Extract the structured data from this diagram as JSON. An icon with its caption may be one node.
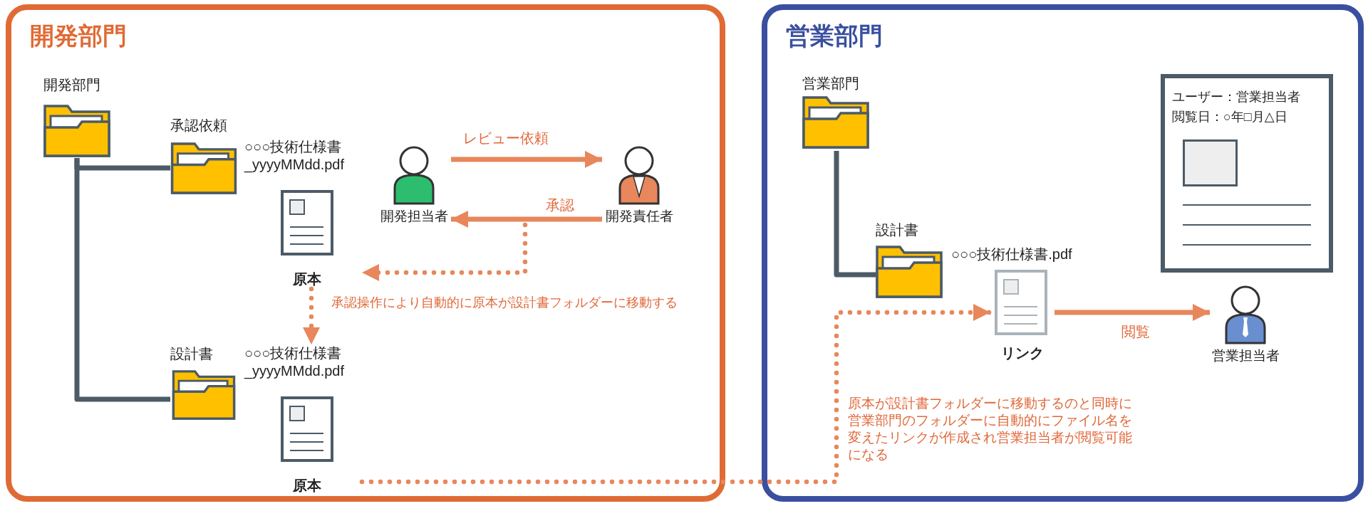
{
  "diagram": {
    "nodes": [
      {
        "text": [
          "開発部門"
        ]
      },
      {
        "text": [
          "開発部門"
        ],
        "in": 0
      },
      {
        "text": [
          "承認依頼"
        ],
        "in": 0
      },
      {
        "text": [
          "○○○技術仕様書 _yyyyMMdd.pdf",
          "原本"
        ],
        "in": 0
      },
      {
        "text": [
          "開発担当者"
        ],
        "in": 0
      },
      {
        "text": [
          "開発責任者"
        ],
        "in": 0
      },
      {
        "text": [
          "設計書"
        ],
        "in": 0
      },
      {
        "text": [
          "○○○技術仕様書 _yyyyMMdd.pdf",
          "原本"
        ],
        "in": 0
      },
      {
        "text": [
          "営業部門"
        ]
      },
      {
        "text": [
          "営業部門"
        ],
        "in": 8
      },
      {
        "text": [
          "設計書"
        ],
        "in": 8
      },
      {
        "text": [
          "リンク"
        ],
        "beside": [
          "○○○技術仕様書.pdf"
        ],
        "in": 8
      },
      {
        "text": [
          "ユーザー：営業担当者",
          "閲覧日：○年□月△日"
        ],
        "in": 8
      },
      {
        "text": [
          "営業担当者"
        ],
        "in": 8
      }
    ],
    "edges": [
      {
        "from": 1,
        "to": 2,
        "arrow": "none",
        "color": "#4b5b67"
      },
      {
        "from": 1,
        "to": 6,
        "arrow": "none",
        "color": "#4b5b67"
      },
      {
        "from": 4,
        "to": 5,
        "arrow": "to",
        "label": "レビュー依頼"
      },
      {
        "from": 5,
        "to": 4,
        "arrow": "to",
        "label": "承認"
      },
      {
        "from": null,
        "to": 3,
        "arrow": "to",
        "style": "dashed"
      },
      {
        "from": 3,
        "to": 7,
        "arrow": "to",
        "style": "dashed",
        "label": "承認操作により自動的に原本が設計書フォルダーに移動する"
      },
      {
        "from": 7,
        "to": 11,
        "arrow": "to",
        "style": "dashed",
        "label": "原本が設計書フォルダーに移動するのと同時に営業部門のフォルダーに自動的にファイル名を変えたリンクが作成され営業担当者が閲覧可能になる"
      },
      {
        "from": 9,
        "to": 10,
        "arrow": "none",
        "color": "#4b5b67"
      },
      {
        "from": 11,
        "to": 13,
        "arrow": "to",
        "label": "閲覧"
      }
    ]
  }
}
